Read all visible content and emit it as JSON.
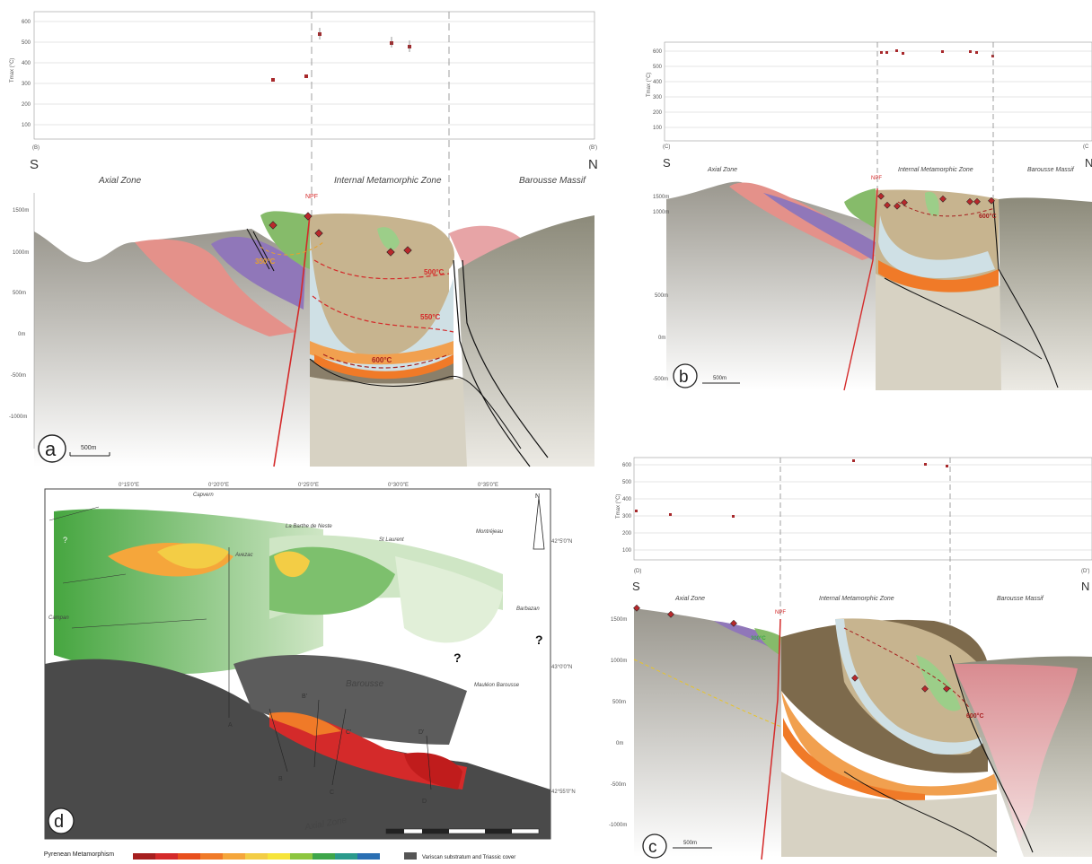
{
  "panels": {
    "a": {
      "letter": "a",
      "scale": "500m",
      "plot_ylabel": "Tmax (°C)",
      "yticks": [
        "600",
        "500",
        "400",
        "300",
        "200",
        "100"
      ],
      "x_start": "(B)",
      "x_end": "(B')",
      "south": "S",
      "north": "N",
      "zone_left": "Axial Zone",
      "zone_mid": "Internal Metamorphic Zone",
      "zone_right": "Barousse Massif",
      "fault": "NPF",
      "iso_350": "350°C",
      "iso_500": "500°C",
      "iso_550": "550°C",
      "iso_600": "600°C",
      "elev": [
        "1500m",
        "1000m",
        "500m",
        "0m",
        "-500m",
        "-1000m"
      ]
    },
    "b": {
      "letter": "b",
      "scale": "500m",
      "plot_ylabel": "Tmax (°C)",
      "yticks": [
        "600",
        "500",
        "400",
        "300",
        "200",
        "100"
      ],
      "x_start": "(C)",
      "x_end": "(C",
      "south": "S",
      "north": "N",
      "zone_left": "Axial Zone",
      "zone_mid": "Internal Metamorphic Zone",
      "zone_right": "Barousse Massif",
      "fault": "NPF",
      "iso_600": "600°C",
      "elev": [
        "1500m",
        "1000m",
        "500m",
        "0m",
        "-500m"
      ]
    },
    "c": {
      "letter": "c",
      "scale": "500m",
      "plot_ylabel": "Tmax (°C)",
      "yticks": [
        "600",
        "500",
        "400",
        "300",
        "200",
        "100"
      ],
      "x_start": "(D)",
      "x_end": "(D')",
      "south": "S",
      "north": "N",
      "zone_left": "Axial Zone",
      "zone_mid": "Internal Metamorphic Zone",
      "zone_right": "Barousse Massif",
      "fault": "NPF",
      "iso_300": "300°C",
      "iso_600": "600°C",
      "elev": [
        "1500m",
        "1000m",
        "500m",
        "0m",
        "-500m",
        "-1000m"
      ]
    },
    "d": {
      "letter": "d",
      "lon_ticks": [
        "0°15'0\"E",
        "0°20'0\"E",
        "0°25'0\"E",
        "0°30'0\"E",
        "0°35'0\"E"
      ],
      "lat_ticks": [
        "42°5'0\"N",
        "43°0'0\"N",
        "42°55'0\"N"
      ],
      "places": [
        "Capvern",
        "La Barthe de Neste",
        "St Laurent",
        "Montréjeau",
        "Avezac",
        "Barbazan",
        "Mauléon Barousse",
        "Barousse",
        "Axial Zone",
        "Campan"
      ],
      "section_labels": [
        "A",
        "B",
        "B'",
        "C",
        "C'",
        "D",
        "D'"
      ],
      "question": "?",
      "north_arrow": "N",
      "legend_title": "Pyrenean Metamorphism",
      "legend_grey": "Variscan substratum and Triassic cover",
      "legend_colors": [
        "#a61f1f",
        "#d42a2a",
        "#e84f1d",
        "#f07a28",
        "#f5a63b",
        "#f3cd45",
        "#f6e43a",
        "#8dc63f",
        "#3ea64a",
        "#2b9a8c",
        "#2a6fb3"
      ]
    }
  }
}
